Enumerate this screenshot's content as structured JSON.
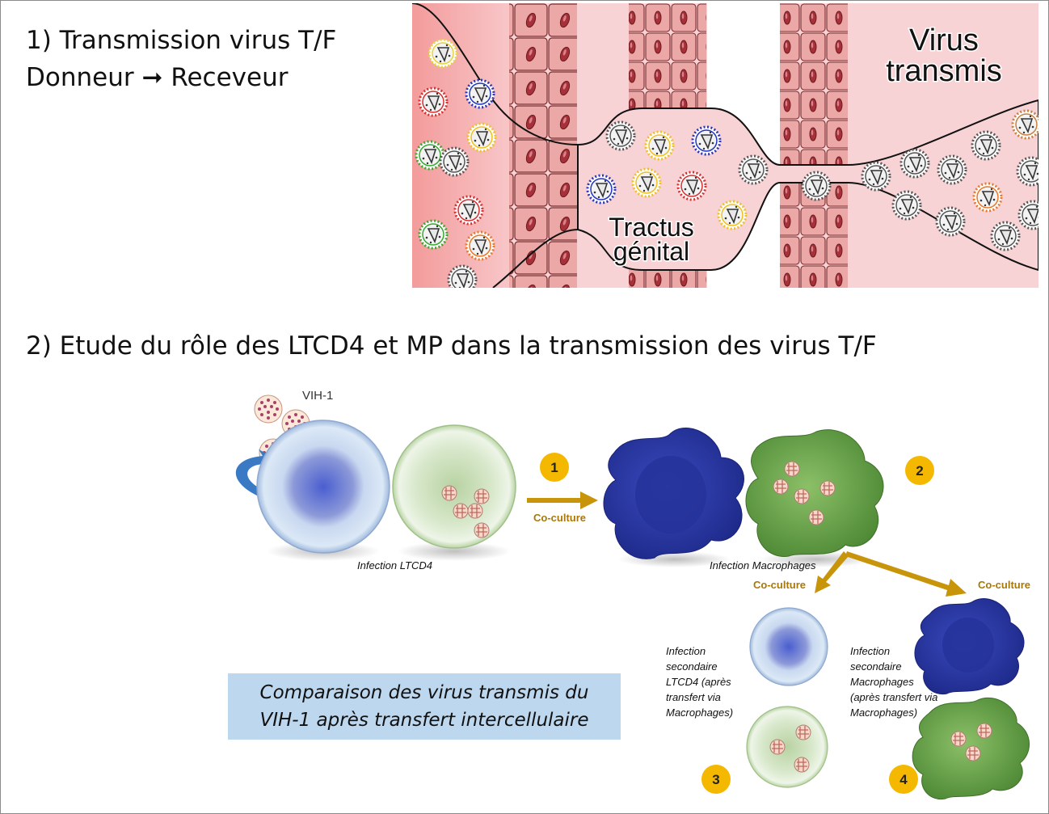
{
  "section1": {
    "line1": "1) Transmission virus T/F",
    "line2_left": "Donneur",
    "line2_arrow": "➞",
    "line2_right": "Receveur"
  },
  "illustration": {
    "transmitted_label_1": "Virus",
    "transmitted_label_2": "transmis",
    "tract_label_1": "Tractus",
    "tract_label_2": "génital"
  },
  "section2": {
    "title": "2) Etude du rôle des LTCD4 et MP dans la transmission des virus T/F"
  },
  "diagram": {
    "virus_label": "VIH-1",
    "infection_ltcd4": "Infection LTCD4",
    "infection_macrophages": "Infection Macrophages",
    "coculture": "Co-culture",
    "step1": "1",
    "step2": "2",
    "step3": "3",
    "step4": "4",
    "secondary_ltcd4": [
      "Infection",
      "secondaire",
      "LTCD4 (après",
      "transfert via",
      "Macrophages)"
    ],
    "secondary_macro": [
      "Infection",
      "secondaire",
      "Macrophages",
      "(après transfert via",
      "Macrophages)"
    ]
  },
  "comparison": {
    "line1": "Comparaison des virus transmis du",
    "line2": "VIH-1 après transfert intercellulaire"
  },
  "colors": {
    "left_tissue": "#f4a6a6",
    "tissue_light": "#f7d4d6",
    "cell_fill": "#e8a6a3",
    "nucleus": "#a8343a",
    "step_badge": "#f5b800",
    "arrow_gold": "#c8940a",
    "macrophage_blue": "#2d3aa8",
    "macrophage_green": "#6fa64e",
    "compare_box": "#bdd7ee"
  }
}
